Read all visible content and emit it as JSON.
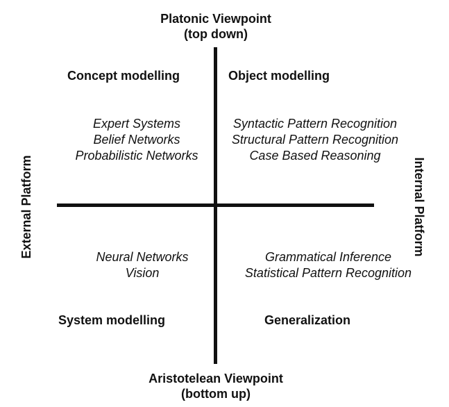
{
  "top_axis": {
    "line1": "Platonic Viewpoint",
    "line2": "(top down)"
  },
  "bottom_axis": {
    "line1": "Aristotelean Viewpoint",
    "line2": "(bottom up)"
  },
  "left_axis": {
    "label": "External Platform"
  },
  "right_axis": {
    "label": "Internal Platform"
  },
  "quadrants": {
    "top_left": {
      "title": "Concept modelling",
      "items": [
        "Expert Systems",
        "Belief Networks",
        "Probabilistic Networks"
      ]
    },
    "top_right": {
      "title": "Object modelling",
      "items": [
        "Syntactic Pattern Recognition",
        "Structural Pattern Recognition",
        "Case Based Reasoning"
      ]
    },
    "bottom_left": {
      "title": "System modelling",
      "items": [
        "Neural Networks",
        "Vision"
      ]
    },
    "bottom_right": {
      "title": "Generalization",
      "items": [
        "Grammatical Inference",
        "Statistical Pattern Recognition"
      ]
    }
  }
}
